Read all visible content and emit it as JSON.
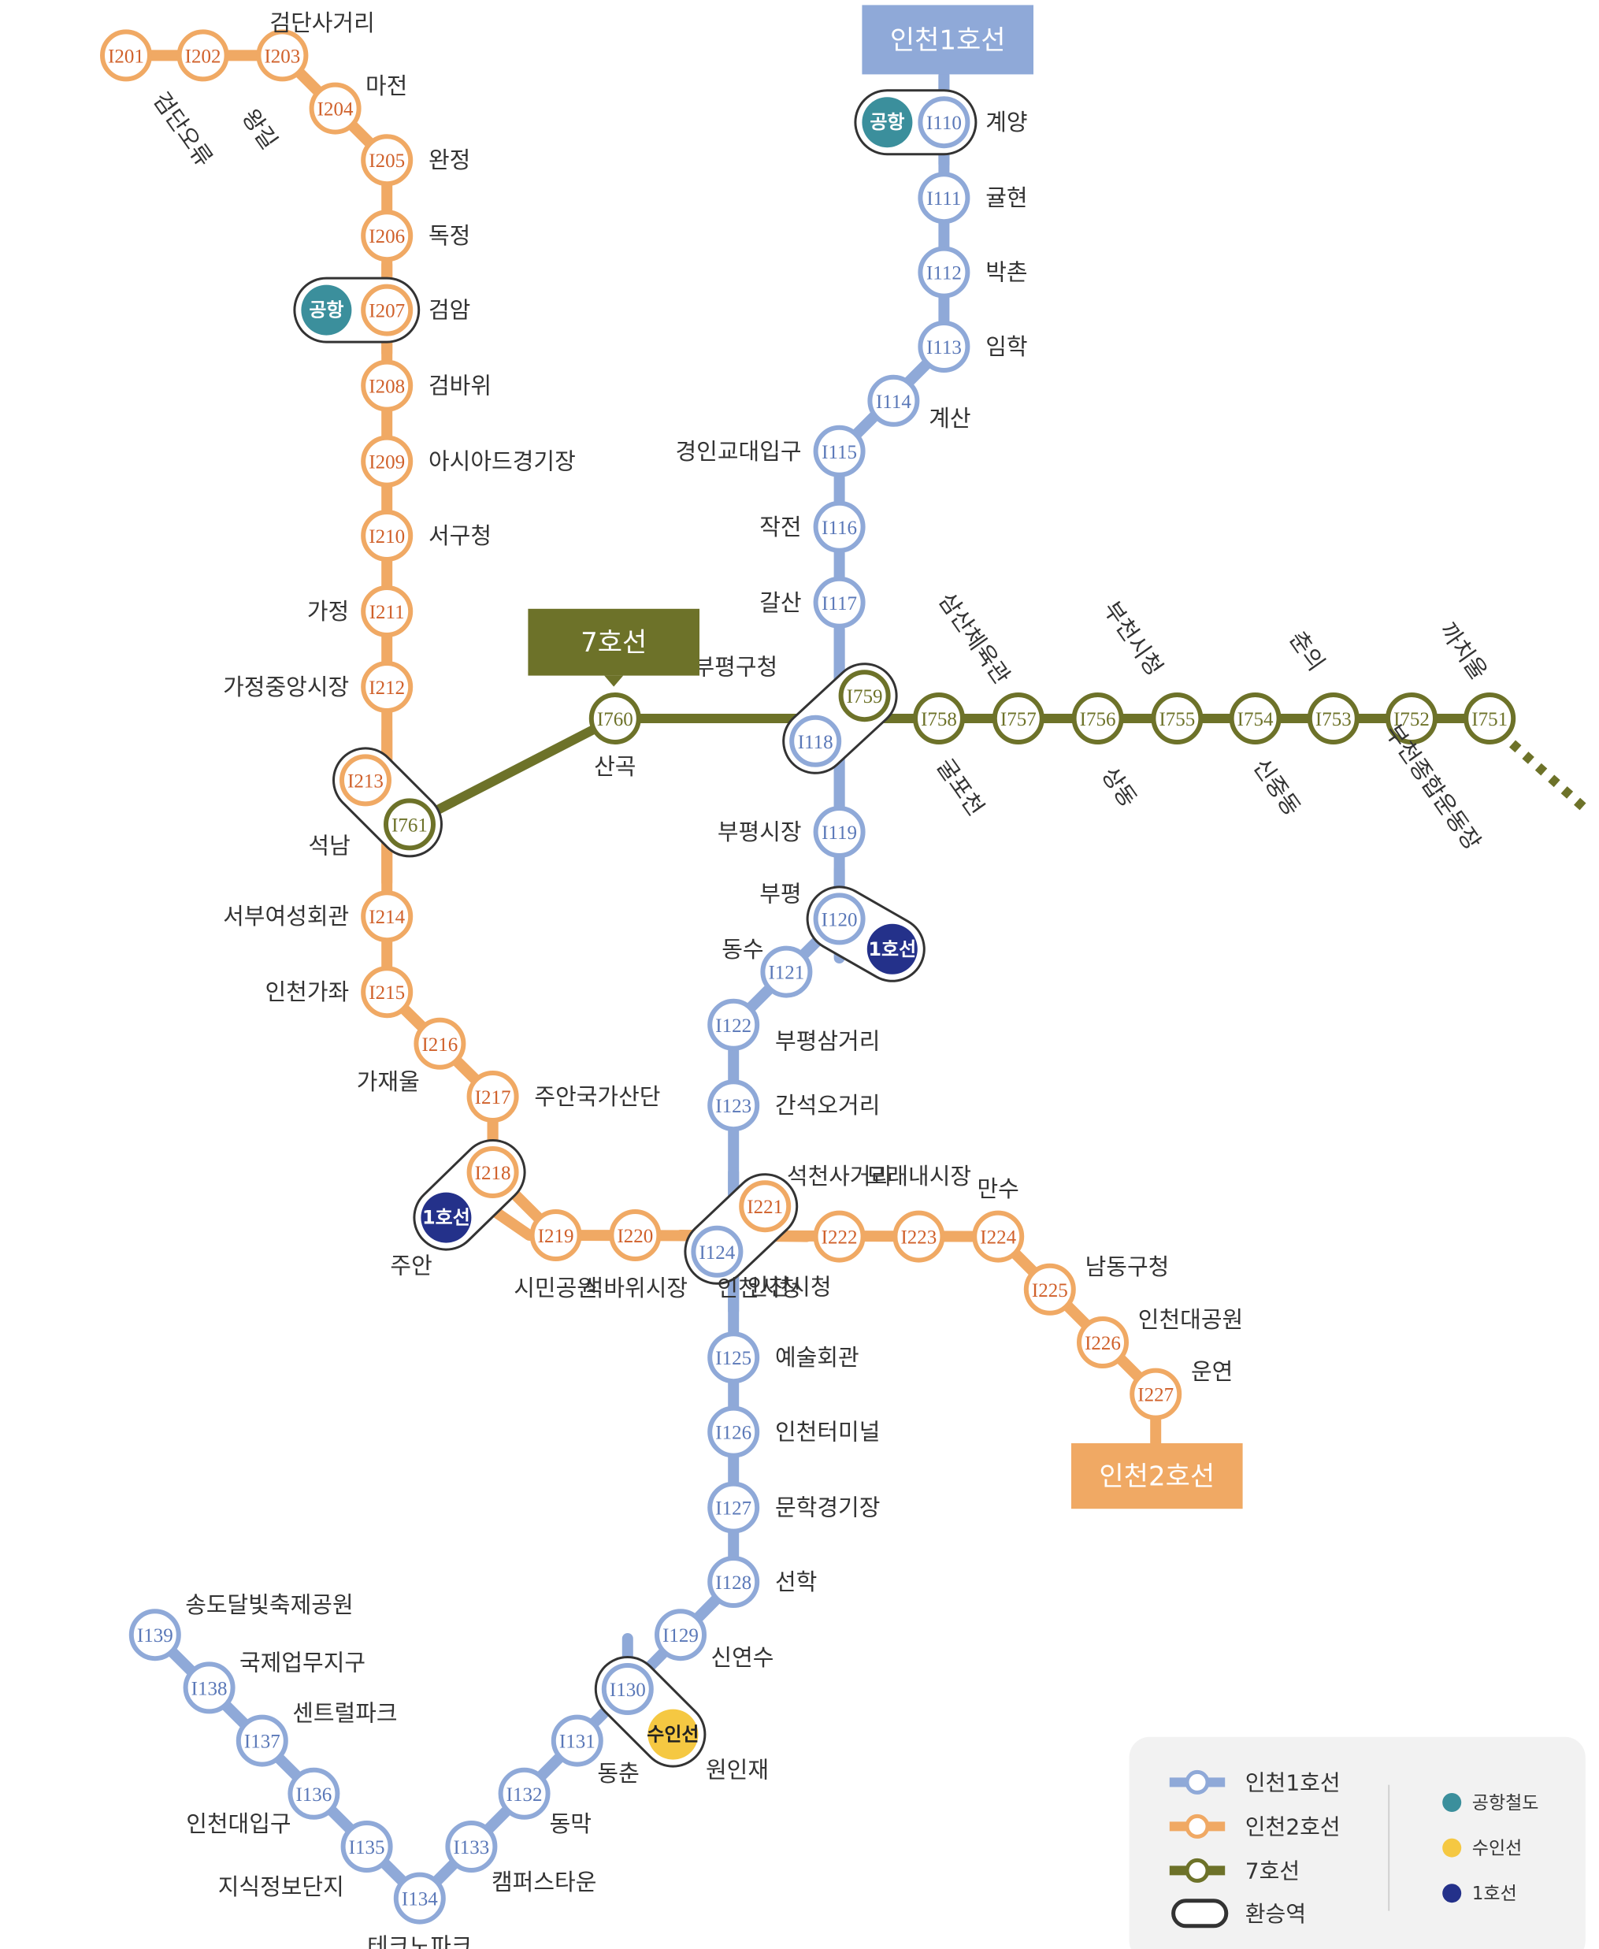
{
  "colors": {
    "line1": "#8fa9d8",
    "line1_text": "#5a78b8",
    "line2": "#f0a964",
    "line2_text": "#d0602a",
    "line7": "#6d7229",
    "airport": "#3b8f9c",
    "suin": "#f5c842",
    "korail1": "#24318a",
    "transfer_ring": "#333333",
    "legend_bg": "#f2f2f2"
  },
  "banners": {
    "line1": "인천1호선",
    "line2": "인천2호선",
    "line7": "7호선"
  },
  "transfer_labels": {
    "airport": "공항",
    "korail1": "1호선",
    "suin": "수인선"
  },
  "line2": [
    {
      "code": "I201",
      "name": "검단오류"
    },
    {
      "code": "I202",
      "name": "왕길"
    },
    {
      "code": "I203",
      "name": "검단사거리"
    },
    {
      "code": "I204",
      "name": "마전"
    },
    {
      "code": "I205",
      "name": "완정"
    },
    {
      "code": "I206",
      "name": "독정"
    },
    {
      "code": "I207",
      "name": "검암"
    },
    {
      "code": "I208",
      "name": "검바위"
    },
    {
      "code": "I209",
      "name": "아시아드경기장"
    },
    {
      "code": "I210",
      "name": "서구청"
    },
    {
      "code": "I211",
      "name": "가정"
    },
    {
      "code": "I212",
      "name": "가정중앙시장"
    },
    {
      "code": "I213",
      "name": "석남"
    },
    {
      "code": "I214",
      "name": "서부여성회관"
    },
    {
      "code": "I215",
      "name": "인천가좌"
    },
    {
      "code": "I216",
      "name": "가재울"
    },
    {
      "code": "I217",
      "name": "주안국가산단"
    },
    {
      "code": "I218",
      "name": "주안"
    },
    {
      "code": "I219",
      "name": "시민공원"
    },
    {
      "code": "I220",
      "name": "석바위시장"
    },
    {
      "code": "I221",
      "name": "인천시청"
    },
    {
      "code": "I222",
      "name": "석천사거리"
    },
    {
      "code": "I223",
      "name": "모래내시장"
    },
    {
      "code": "I224",
      "name": "만수"
    },
    {
      "code": "I225",
      "name": "남동구청"
    },
    {
      "code": "I226",
      "name": "인천대공원"
    },
    {
      "code": "I227",
      "name": "운연"
    }
  ],
  "line1": [
    {
      "code": "I110",
      "name": "계양"
    },
    {
      "code": "I111",
      "name": "귤현"
    },
    {
      "code": "I112",
      "name": "박촌"
    },
    {
      "code": "I113",
      "name": "임학"
    },
    {
      "code": "I114",
      "name": "계산"
    },
    {
      "code": "I115",
      "name": "경인교대입구"
    },
    {
      "code": "I116",
      "name": "작전"
    },
    {
      "code": "I117",
      "name": "갈산"
    },
    {
      "code": "I118",
      "name": "부평구청"
    },
    {
      "code": "I119",
      "name": "부평시장"
    },
    {
      "code": "I120",
      "name": "부평"
    },
    {
      "code": "I121",
      "name": "동수"
    },
    {
      "code": "I122",
      "name": "부평삼거리"
    },
    {
      "code": "I123",
      "name": "간석오거리"
    },
    {
      "code": "I124",
      "name": "인천시청"
    },
    {
      "code": "I125",
      "name": "예술회관"
    },
    {
      "code": "I126",
      "name": "인천터미널"
    },
    {
      "code": "I127",
      "name": "문학경기장"
    },
    {
      "code": "I128",
      "name": "선학"
    },
    {
      "code": "I129",
      "name": "신연수"
    },
    {
      "code": "I130",
      "name": "원인재"
    },
    {
      "code": "I131",
      "name": "동춘"
    },
    {
      "code": "I132",
      "name": "동막"
    },
    {
      "code": "I133",
      "name": "캠퍼스타운"
    },
    {
      "code": "I134",
      "name": "테크노파크"
    },
    {
      "code": "I135",
      "name": "지식정보단지"
    },
    {
      "code": "I136",
      "name": "인천대입구"
    },
    {
      "code": "I137",
      "name": "센트럴파크"
    },
    {
      "code": "I138",
      "name": "국제업무지구"
    },
    {
      "code": "I139",
      "name": "송도달빛축제공원"
    }
  ],
  "line7": [
    {
      "code": "I761",
      "name": ""
    },
    {
      "code": "I760",
      "name": "산곡"
    },
    {
      "code": "I759",
      "name": ""
    },
    {
      "code": "I758",
      "name": "굴포천"
    },
    {
      "code": "I757",
      "name": "삼산체육관"
    },
    {
      "code": "I756",
      "name": "상동"
    },
    {
      "code": "I755",
      "name": "부천시청"
    },
    {
      "code": "I754",
      "name": "신중동"
    },
    {
      "code": "I753",
      "name": "춘의"
    },
    {
      "code": "I752",
      "name": "부천종합운동장"
    },
    {
      "code": "I751",
      "name": "까치울"
    }
  ],
  "legend": {
    "line1": "인천1호선",
    "line2": "인천2호선",
    "line7": "7호선",
    "transfer": "환승역",
    "airport": "공항철도",
    "suin": "수인선",
    "korail1": "1호선"
  }
}
